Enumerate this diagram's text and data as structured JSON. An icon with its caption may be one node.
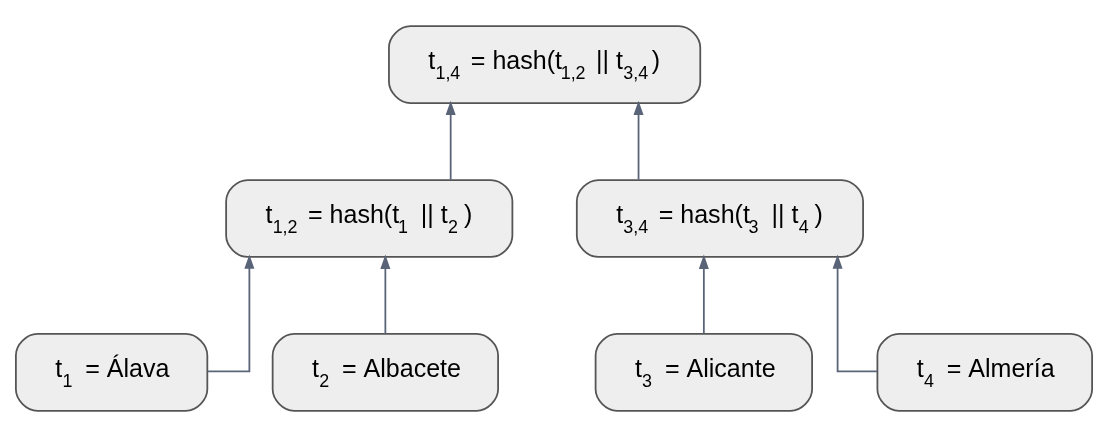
{
  "diagram": {
    "nodes": [
      {
        "text": [
          "t$_{1,4}$ = hash(t$_{1,2}$ || t$_{3,4}$)"
        ]
      },
      {
        "text": [
          "t$_{1,2}$ = hash(t$_{1}$ || t$_{2}$)"
        ]
      },
      {
        "text": [
          "t$_{3,4}$ = hash(t$_{3}$ || t$_{4}$)"
        ]
      },
      {
        "text": [
          "t$_{1}$ = Álava"
        ]
      },
      {
        "text": [
          "t$_{2}$ = Albacete"
        ]
      },
      {
        "text": [
          "t$_{3}$ = Alicante"
        ]
      },
      {
        "text": [
          "t$_{4}$ = Almería"
        ]
      }
    ],
    "edges": [
      {
        "from": 1,
        "to": 0,
        "arrow": "to"
      },
      {
        "from": 2,
        "to": 0,
        "arrow": "to"
      },
      {
        "from": 3,
        "to": 1,
        "arrow": "to"
      },
      {
        "from": 4,
        "to": 1,
        "arrow": "to"
      },
      {
        "from": 5,
        "to": 2,
        "arrow": "to"
      },
      {
        "from": 6,
        "to": 2,
        "arrow": "to"
      }
    ]
  }
}
